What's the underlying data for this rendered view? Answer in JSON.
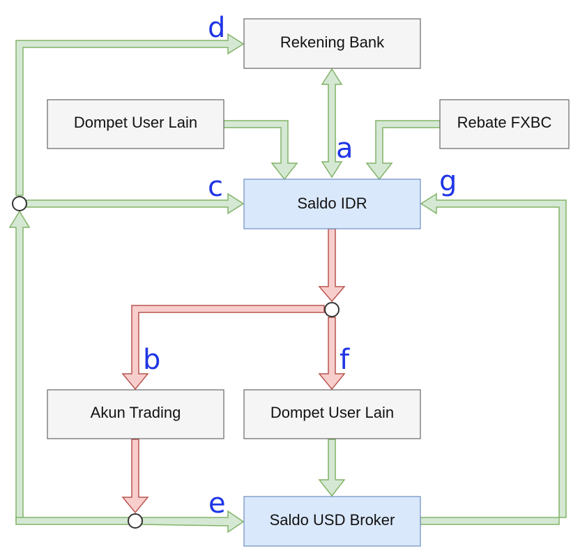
{
  "boxes": {
    "rekening_bank": "Rekening Bank",
    "dompet_user_lain_top": "Dompet User Lain",
    "rebate_fxbc": "Rebate FXBC",
    "saldo_idr": "Saldo IDR",
    "akun_trading": "Akun Trading",
    "dompet_user_lain_bottom": "Dompet User Lain",
    "saldo_usd_broker": "Saldo USD Broker"
  },
  "labels": {
    "a": "a",
    "b": "b",
    "c": "c",
    "d": "d",
    "e": "e",
    "f": "f",
    "g": "g"
  },
  "colors": {
    "gray_fill": "#f5f5f5",
    "gray_stroke": "#666666",
    "blue_fill": "#dae8fc",
    "blue_stroke": "#6c8ebf",
    "green_fill": "#d5e8d4",
    "green_stroke": "#82b366",
    "red_fill": "#f8cecc",
    "red_stroke": "#b85450",
    "label_color": "#1f35e6"
  }
}
